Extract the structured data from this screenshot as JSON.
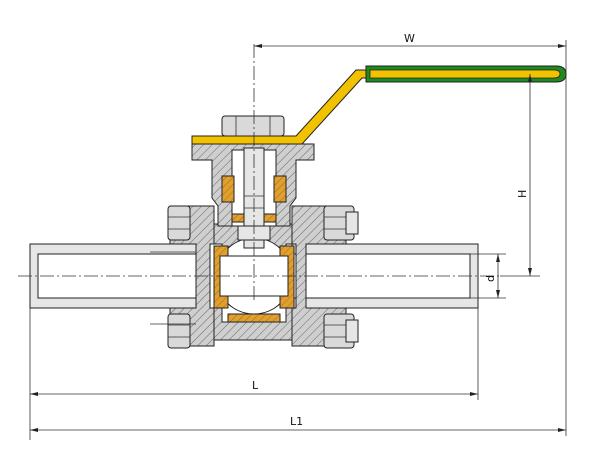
{
  "dimensions": {
    "W": "W",
    "H": "H",
    "d": "d",
    "L": "L",
    "L1": "L1"
  },
  "colors": {
    "handle_yellow": "#f2c200",
    "handle_green": "#1f8a1f",
    "seal_orange": "#e0a030",
    "body_grey": "#d9d9d9",
    "line": "#222222"
  }
}
